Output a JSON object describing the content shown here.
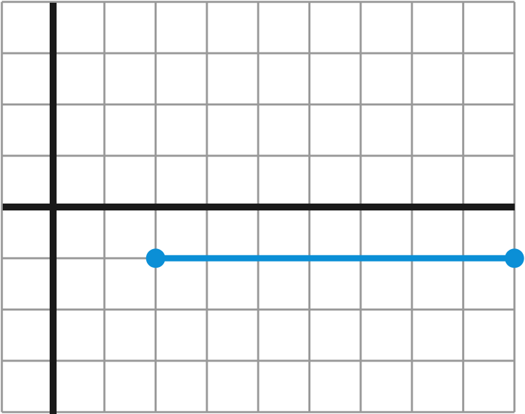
{
  "figure": {
    "kind": "coordinate-grid-segment",
    "grid": {
      "x_range": [
        -1,
        9
      ],
      "y_range": [
        -4,
        4
      ],
      "step": 1,
      "line_color": "#999999",
      "visible": true
    },
    "axes": {
      "color": "#1a1a1a",
      "x_axis_at_y": 0,
      "y_axis_at_x": 0,
      "tick_labels_shown": false,
      "axis_labels_shown": false
    },
    "segment": {
      "color": "#0b8fd6",
      "start": {
        "x": 2,
        "y": -1
      },
      "end": {
        "x": 9,
        "y": -1
      },
      "endpoint_style": "closed-dot"
    }
  }
}
